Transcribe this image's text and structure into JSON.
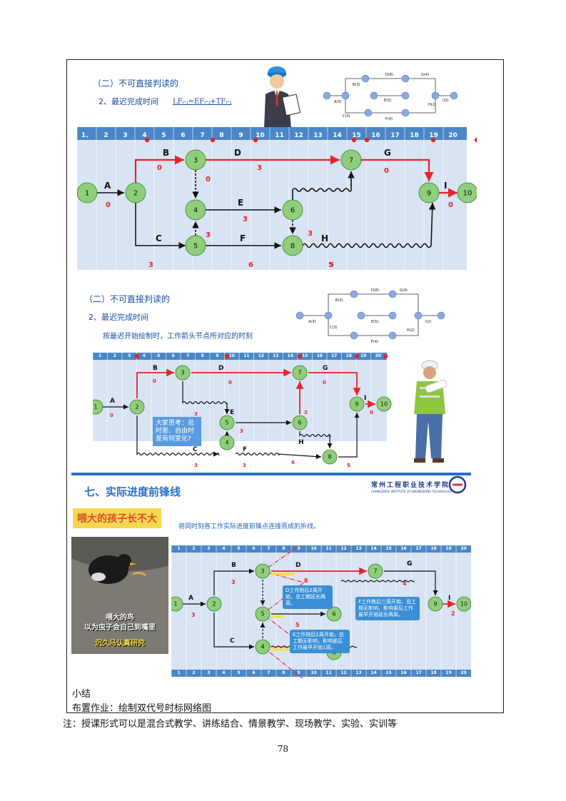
{
  "slide1": {
    "title": "（二）不可直接判读的",
    "subtitle": "2、最迟完成时间",
    "formula": "LFᵢ-ⱼ=EFᵢ-ⱼ+TFᵢ-ⱼ"
  },
  "slide2": {
    "title": "（二）不可直接判读的",
    "subtitle": "2、最迟完成时间",
    "desc": "按最迟开始绘制时，工作箭头节点所对应的时刻",
    "think": "大家思考：总时差、自由时差有何变化?"
  },
  "slide3": {
    "section": "七、实际进度前锋线",
    "school_cn": "常州工程职业技术学院",
    "school_en": "CHANGZHOU INSTITUTE OF ENGINEERING TECHNOLOGY",
    "banner": "喂大的孩子长不大",
    "pic_caption1": "喂大的鸟",
    "pic_caption2": "以为虫子会自己到嘴里",
    "pic_caption3": "沉久马认真研究",
    "overlap_text": "将同时刻各工作实际进度前锋点连接而成的折线。",
    "bubble_d": "D工作拖后2周开始，总工期延长两周。",
    "bubble_f": "F工作拖后三周开始，总工期无影响，影响紧后工作最早开始延长两周。",
    "bubble_e": "E工作拖后1周开始，总工期无影响，影响紧后工作最早开始1周。"
  },
  "footer": {
    "summary": "小结",
    "homework": "布置作业：绘制双代号时标网络图",
    "note": "注：授课形式可以是混合式教学、讲练结合、情景教学、现场教学、实验、实训等",
    "page_number": "78"
  },
  "timescale1": [
    "1、",
    "2",
    "3",
    "4",
    "5",
    "6",
    "7",
    "8",
    "9",
    "10",
    "11",
    "12",
    "13",
    "14",
    "15",
    "16",
    "17",
    "18",
    "19",
    "20"
  ],
  "timescale": [
    "1",
    "2",
    "3",
    "4",
    "5",
    "6",
    "7",
    "8",
    "9",
    "10",
    "11",
    "12",
    "13",
    "14",
    "15",
    "16",
    "17",
    "18",
    "19",
    "20"
  ],
  "network1": {
    "nodes": [
      "1",
      "2",
      "3",
      "4",
      "5",
      "6",
      "7",
      "8",
      "9",
      "10"
    ],
    "labels": [
      "A",
      "B",
      "C",
      "D",
      "E",
      "F",
      "G",
      "H",
      "I"
    ],
    "values": [
      "0",
      "0",
      "3",
      "0",
      "3",
      "3",
      "3",
      "3",
      "6",
      "5",
      "5",
      "0",
      "0"
    ]
  },
  "network2": {
    "nodes": [
      "1",
      "2",
      "3",
      "4",
      "5",
      "6",
      "7",
      "8",
      "9",
      "10"
    ],
    "labels": [
      "A",
      "B",
      "C",
      "D",
      "E",
      "F",
      "G",
      "H",
      "I"
    ],
    "values": [
      "0",
      "0",
      "0",
      "3",
      "3",
      "3",
      "3",
      "3",
      "6",
      "5",
      "5",
      "0",
      "0"
    ]
  },
  "network3": {
    "nodes": [
      "1",
      "2",
      "3",
      "4",
      "5",
      "6",
      "7",
      "8",
      "9",
      "10"
    ],
    "labels": [
      "A",
      "B",
      "C",
      "D",
      "E",
      "F",
      "G",
      "I"
    ],
    "values": [
      "3",
      "3",
      "8",
      "5",
      "4",
      "2"
    ]
  },
  "colors": {
    "accent": "#2a6fc7",
    "critical": "#e62424",
    "grid": "#d8e3f3",
    "node": "#8fcf7a",
    "header": "#4a87c9"
  }
}
